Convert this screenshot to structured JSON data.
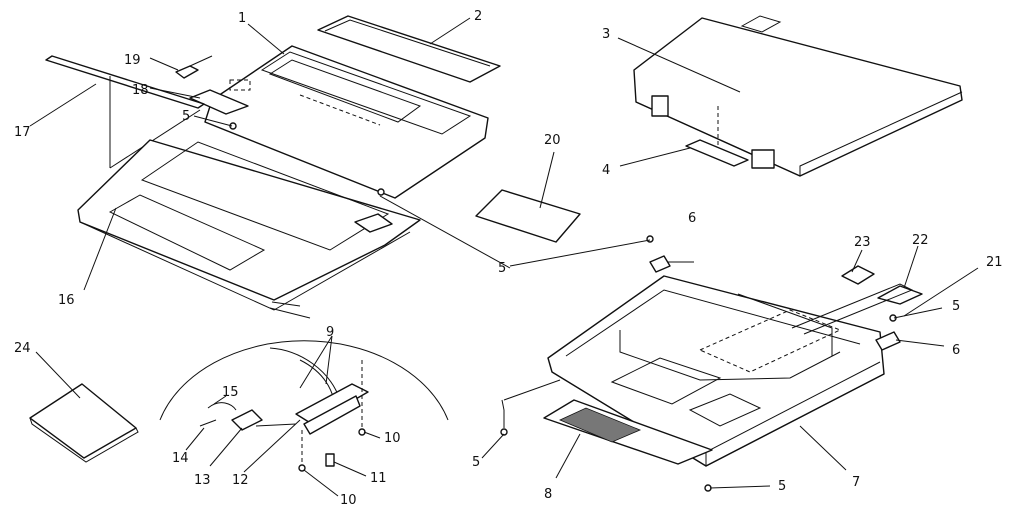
{
  "callouts": [
    "1",
    "2",
    "3",
    "4",
    "5",
    "5",
    "5",
    "5",
    "5",
    "6",
    "6",
    "7",
    "8",
    "9",
    "10",
    "10",
    "11",
    "12",
    "13",
    "14",
    "15",
    "16",
    "17",
    "18",
    "19",
    "20",
    "21",
    "22",
    "23",
    "24"
  ]
}
